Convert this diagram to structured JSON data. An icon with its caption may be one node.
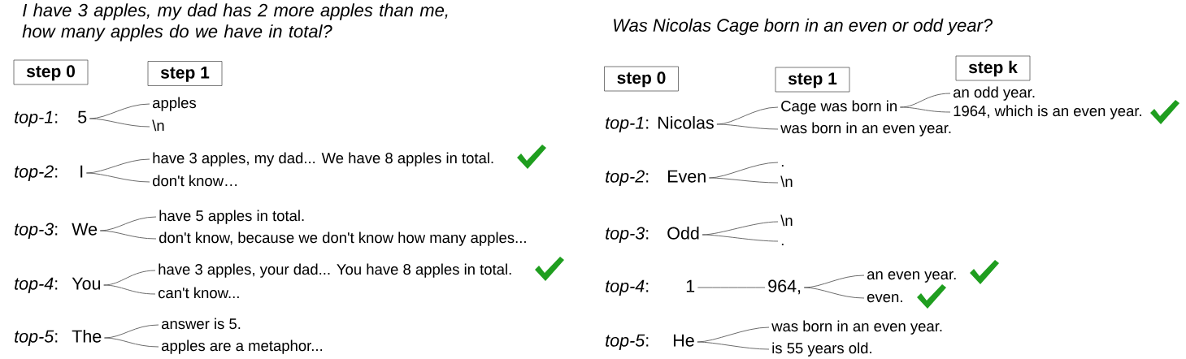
{
  "diagram": {
    "nodes": [
      {
        "text": [
          "step 0"
        ]
      },
      {
        "text": [
          "step 1"
        ]
      },
      {
        "text": [
          "5"
        ]
      },
      {
        "text": [
          "apples"
        ]
      },
      {
        "text": [
          "\\n"
        ]
      },
      {
        "text": [
          "I"
        ]
      },
      {
        "text": [
          "have 3 apples, my dad... We have 8 apples in total."
        ]
      },
      {
        "text": [
          "don't know…"
        ]
      },
      {
        "text": [
          "We"
        ]
      },
      {
        "text": [
          "have 5 apples in total."
        ]
      },
      {
        "text": [
          "don't know, because we don't know how many apples..."
        ]
      },
      {
        "text": [
          "You"
        ]
      },
      {
        "text": [
          "have 3 apples, your dad... You have 8 apples in total."
        ]
      },
      {
        "text": [
          "can't know..."
        ]
      },
      {
        "text": [
          "The"
        ]
      },
      {
        "text": [
          "answer is 5."
        ]
      },
      {
        "text": [
          "apples are a metaphor..."
        ]
      },
      {
        "text": [
          "step 0"
        ]
      },
      {
        "text": [
          "step 1"
        ]
      },
      {
        "text": [
          "step k"
        ]
      },
      {
        "text": [
          "Nicolas"
        ]
      },
      {
        "text": [
          "Cage was born in"
        ]
      },
      {
        "text": [
          "was born in an even year."
        ]
      },
      {
        "text": [
          "an odd year."
        ]
      },
      {
        "text": [
          "1964, which is an even year."
        ]
      },
      {
        "text": [
          "Even"
        ]
      },
      {
        "text": [
          "."
        ]
      },
      {
        "text": [
          "\\n"
        ]
      },
      {
        "text": [
          "Odd"
        ]
      },
      {
        "text": [
          "\\n"
        ]
      },
      {
        "text": [
          "."
        ]
      },
      {
        "text": [
          "1"
        ]
      },
      {
        "text": [
          "964,"
        ]
      },
      {
        "text": [
          "an even year."
        ]
      },
      {
        "text": [
          "even."
        ]
      },
      {
        "text": [
          "He"
        ]
      },
      {
        "text": [
          "was born in an even year."
        ]
      },
      {
        "text": [
          "is 55 years old."
        ]
      }
    ],
    "edges": [
      {
        "from": 2,
        "to": 3,
        "arrow": "none"
      },
      {
        "from": 2,
        "to": 4,
        "arrow": "none"
      },
      {
        "from": 5,
        "to": 6,
        "arrow": "none"
      },
      {
        "from": 5,
        "to": 7,
        "arrow": "none"
      },
      {
        "from": 8,
        "to": 9,
        "arrow": "none"
      },
      {
        "from": 8,
        "to": 10,
        "arrow": "none"
      },
      {
        "from": 11,
        "to": 12,
        "arrow": "none"
      },
      {
        "from": 11,
        "to": 13,
        "arrow": "none"
      },
      {
        "from": 14,
        "to": 15,
        "arrow": "none"
      },
      {
        "from": 14,
        "to": 16,
        "arrow": "none"
      },
      {
        "from": 20,
        "to": 21,
        "arrow": "none"
      },
      {
        "from": 20,
        "to": 22,
        "arrow": "none"
      },
      {
        "from": 21,
        "to": 23,
        "arrow": "none"
      },
      {
        "from": 21,
        "to": 24,
        "arrow": "none"
      },
      {
        "from": 25,
        "to": 26,
        "arrow": "none"
      },
      {
        "from": 25,
        "to": 27,
        "arrow": "none"
      },
      {
        "from": 28,
        "to": 29,
        "arrow": "none"
      },
      {
        "from": 28,
        "to": 30,
        "arrow": "none"
      },
      {
        "from": 31,
        "to": 32,
        "arrow": "none"
      },
      {
        "from": 32,
        "to": 33,
        "arrow": "none"
      },
      {
        "from": 32,
        "to": 34,
        "arrow": "none"
      },
      {
        "from": 35,
        "to": 36,
        "arrow": "none"
      },
      {
        "from": 35,
        "to": 37,
        "arrow": "none"
      }
    ],
    "labels": [
      "I have 3 apples, my dad has 2 more apples than me, how many apples do we have in total?",
      "*top-1*:",
      "*top-2*:",
      "*top-3*:",
      "*top-4*:",
      "*top-5*:",
      "Was Nicolas Cage born in an even or odd year?",
      "*top-1*:",
      "*top-2*:",
      "*top-3*:",
      "*top-4*:",
      "*top-5*:"
    ]
  }
}
